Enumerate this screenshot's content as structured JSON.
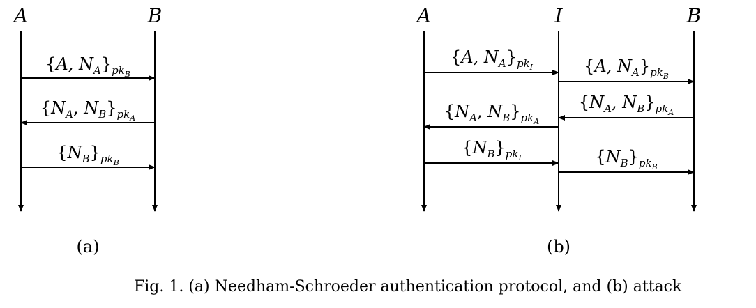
{
  "diagram_a": {
    "caption": "(a)",
    "participants": [
      {
        "id": "A",
        "label": "A"
      },
      {
        "id": "B",
        "label": "B"
      }
    ],
    "messages": [
      {
        "from": "A",
        "to": "B",
        "content": "A, N",
        "content_sub": "A",
        "key": "pk",
        "key_sub": "B"
      },
      {
        "from": "B",
        "to": "A",
        "content": "N",
        "content_sub": "A",
        "content2": "N",
        "content2_sub": "B",
        "key": "pk",
        "key_sub": "A"
      },
      {
        "from": "A",
        "to": "B",
        "content": "N",
        "content_sub": "B",
        "key": "pk",
        "key_sub": "B"
      }
    ]
  },
  "diagram_b": {
    "caption": "(b)",
    "participants": [
      {
        "id": "A",
        "label": "A"
      },
      {
        "id": "I",
        "label": "I"
      },
      {
        "id": "B",
        "label": "B"
      }
    ],
    "messages": [
      {
        "from": "A",
        "to": "I",
        "content": "A, N",
        "content_sub": "A",
        "key": "pk",
        "key_sub": "I"
      },
      {
        "from": "I",
        "to": "B",
        "content": "A, N",
        "content_sub": "A",
        "key": "pk",
        "key_sub": "B"
      },
      {
        "from": "B",
        "to": "I",
        "content": "N",
        "content_sub": "A",
        "content2": "N",
        "content2_sub": "B",
        "key": "pk",
        "key_sub": "A"
      },
      {
        "from": "I",
        "to": "A",
        "content": "N",
        "content_sub": "A",
        "content2": "N",
        "content2_sub": "B",
        "key": "pk",
        "key_sub": "A"
      },
      {
        "from": "A",
        "to": "I",
        "content": "N",
        "content_sub": "B",
        "key": "pk",
        "key_sub": "I"
      },
      {
        "from": "I",
        "to": "B",
        "content": "N",
        "content_sub": "B",
        "key": "pk",
        "key_sub": "B"
      }
    ]
  },
  "figure_caption": "Fig. 1. (a) Needham-Schroeder authentication protocol, and (b) attack"
}
